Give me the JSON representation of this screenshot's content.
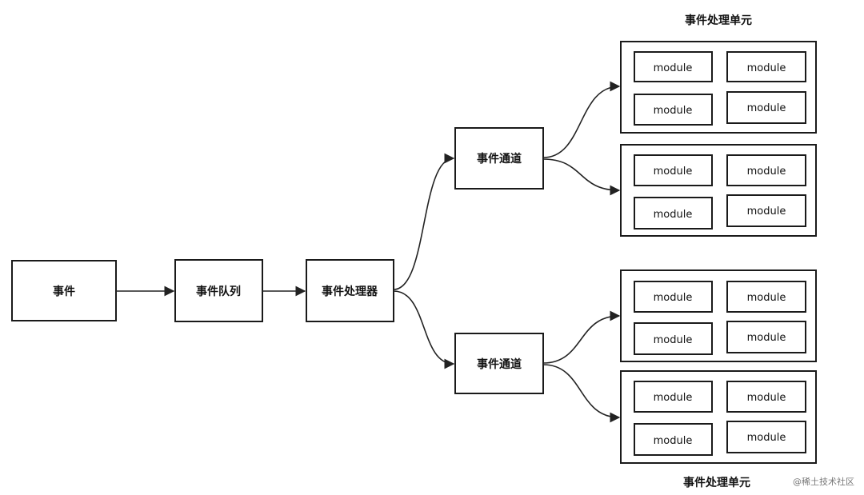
{
  "nodes": {
    "event": "事件",
    "queue": "事件队列",
    "processor": "事件处理器",
    "channel_top": "事件通道",
    "channel_bottom": "事件通道"
  },
  "unit_titles": {
    "top": "事件处理单元",
    "bottom": "事件处理单元"
  },
  "module_label": "module",
  "watermark": "@稀土技术社区",
  "colors": {
    "stroke": "#1a1a1a",
    "fill": "#ffffff"
  }
}
